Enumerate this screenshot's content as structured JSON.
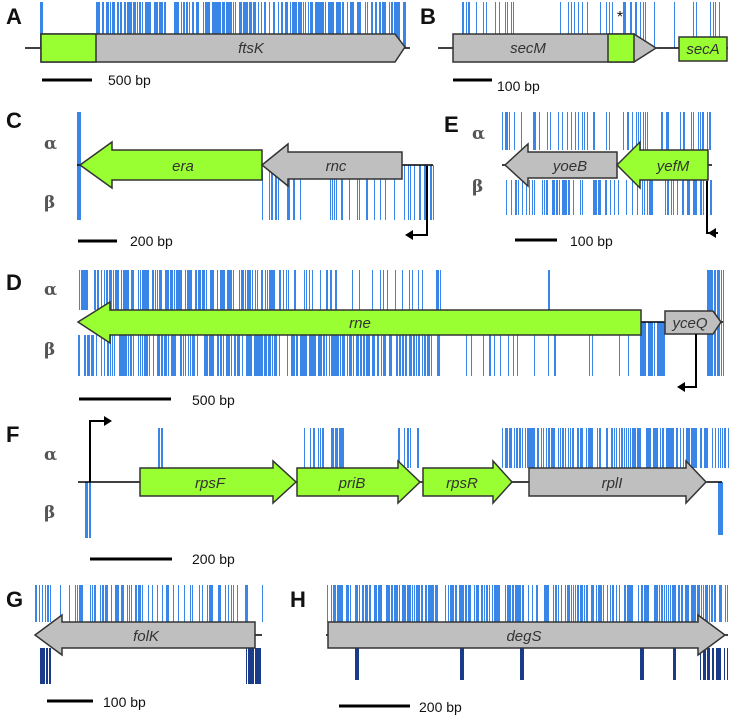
{
  "panels": {
    "A": {
      "letter": "A",
      "genes": [
        "ftsK"
      ],
      "scale": "500 bp"
    },
    "B": {
      "letter": "B",
      "genes": [
        "secM",
        "secA"
      ],
      "scale": "100 bp",
      "mark": "*"
    },
    "C": {
      "letter": "C",
      "genes": [
        "era",
        "rnc"
      ],
      "scale": "200 bp",
      "alpha": "α",
      "beta": "β"
    },
    "D": {
      "letter": "D",
      "genes": [
        "rne",
        "yceQ"
      ],
      "scale": "500 bp",
      "alpha": "α",
      "beta": "β"
    },
    "E": {
      "letter": "E",
      "genes": [
        "yoeB",
        "yefM"
      ],
      "scale": "100 bp",
      "alpha": "α",
      "beta": "β"
    },
    "F": {
      "letter": "F",
      "genes": [
        "rpsF",
        "priB",
        "rpsR",
        "rplI"
      ],
      "scale": "200 bp",
      "alpha": "α",
      "beta": "β"
    },
    "G": {
      "letter": "G",
      "genes": [
        "folK"
      ],
      "scale": "100 bp"
    },
    "H": {
      "letter": "H",
      "genes": [
        "degS"
      ],
      "scale": "200 bp"
    }
  },
  "colors": {
    "green": "#99ff33",
    "gray": "#bfbfbf",
    "insertion": "#3a86e8",
    "dark_insertion": "#1a3a8a",
    "outline": "#333333"
  }
}
